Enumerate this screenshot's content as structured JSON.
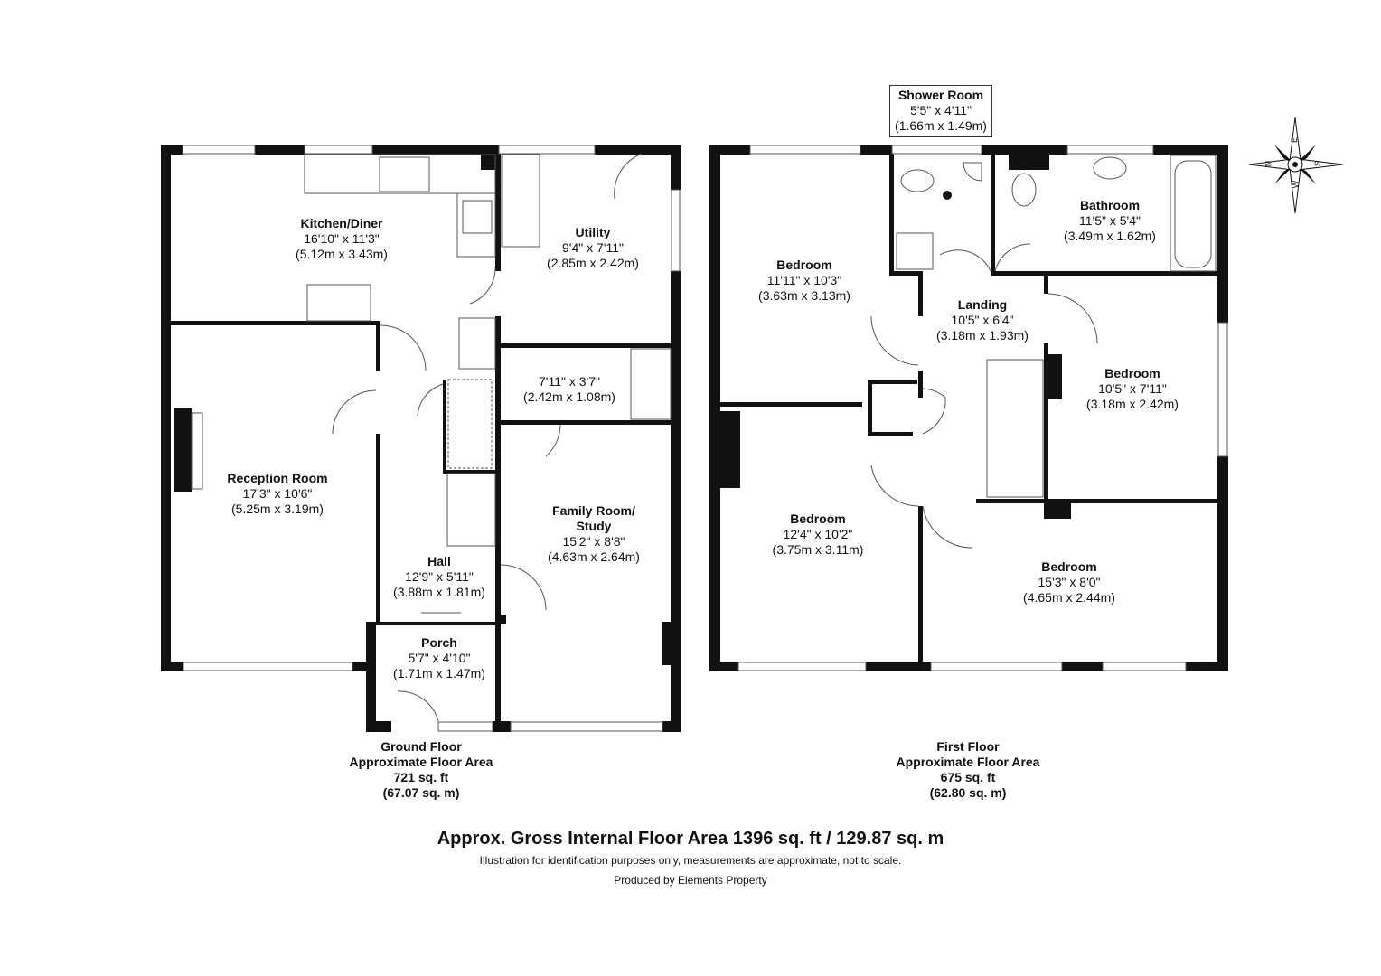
{
  "ground_floor": {
    "rooms": [
      {
        "name": "Kitchen/Diner",
        "dims_imperial": "16'10\" x 11'3\"",
        "dims_metric": "(5.12m x 3.43m)"
      },
      {
        "name": "Utility",
        "dims_imperial": "9'4\" x 7'11\"",
        "dims_metric": "(2.85m x 2.42m)"
      },
      {
        "name": "",
        "dims_imperial": "7'11\" x 3'7\"",
        "dims_metric": "(2.42m x 1.08m)"
      },
      {
        "name": "Reception Room",
        "dims_imperial": "17'3\" x 10'6\"",
        "dims_metric": "(5.25m x 3.19m)"
      },
      {
        "name_line1": "Family Room/",
        "name_line2": "Study",
        "dims_imperial": "15'2\" x 8'8\"",
        "dims_metric": "(4.63m x 2.64m)"
      },
      {
        "name": "Hall",
        "dims_imperial": "12'9\" x 5'11\"",
        "dims_metric": "(3.88m x 1.81m)"
      },
      {
        "name": "Porch",
        "dims_imperial": "5'7\" x 4'10\"",
        "dims_metric": "(1.71m x 1.47m)"
      }
    ],
    "caption": {
      "title": "Ground Floor",
      "subtitle": "Approximate Floor Area",
      "area_imperial": "721 sq. ft",
      "area_metric": "(67.07 sq. m)"
    }
  },
  "first_floor": {
    "rooms": [
      {
        "name": "Shower Room",
        "dims_imperial": "5'5\" x 4'11\"",
        "dims_metric": "(1.66m x 1.49m)"
      },
      {
        "name": "Bathroom",
        "dims_imperial": "11'5\" x 5'4\"",
        "dims_metric": "(3.49m x 1.62m)"
      },
      {
        "name": "Bedroom",
        "dims_imperial": "11'11\" x 10'3\"",
        "dims_metric": "(3.63m x 3.13m)"
      },
      {
        "name": "Landing",
        "dims_imperial": "10'5\" x 6'4\"",
        "dims_metric": "(3.18m x 1.93m)"
      },
      {
        "name": "Bedroom",
        "dims_imperial": "10'5\" x 7'11\"",
        "dims_metric": "(3.18m x 2.42m)"
      },
      {
        "name": "Bedroom",
        "dims_imperial": "12'4\" x 10'2\"",
        "dims_metric": "(3.75m x 3.11m)"
      },
      {
        "name": "Bedroom",
        "dims_imperial": "15'3\" x 8'0\"",
        "dims_metric": "(4.65m x 2.44m)"
      }
    ],
    "caption": {
      "title": "First Floor",
      "subtitle": "Approximate Floor Area",
      "area_imperial": "675 sq. ft",
      "area_metric": "(62.80 sq. m)"
    }
  },
  "compass": {
    "letters": [
      "N",
      "E",
      "S",
      "W"
    ]
  },
  "footer": {
    "gross_area": "Approx. Gross Internal Floor Area 1396 sq. ft / 129.87 sq. m",
    "disclaimer": "Illustration for identification purposes only, measurements are approximate, not to scale.",
    "producer": "Produced by Elements Property"
  },
  "colors": {
    "wall": "#111111",
    "line": "#555555",
    "background": "#ffffff"
  }
}
